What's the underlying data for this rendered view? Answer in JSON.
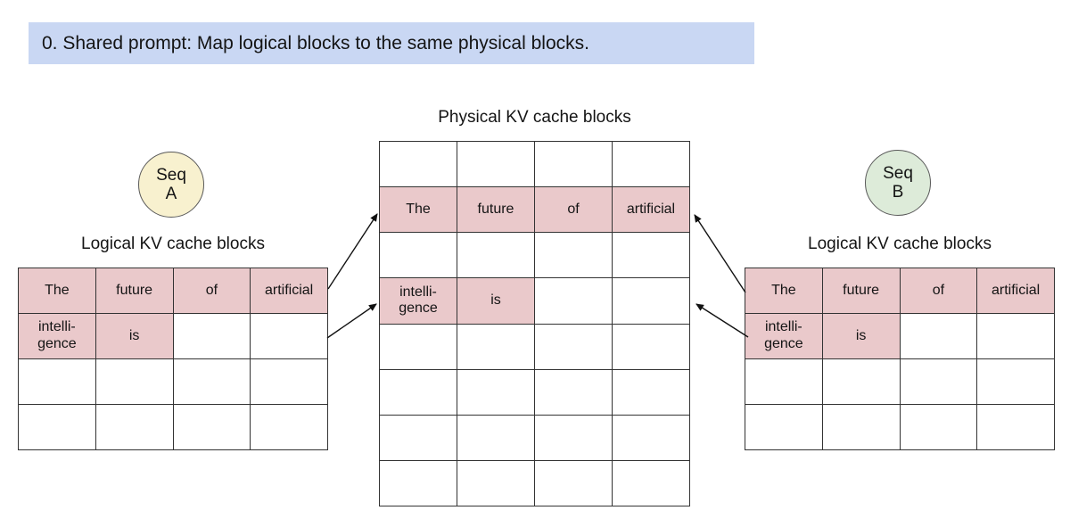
{
  "banner": {
    "text": "0. Shared prompt: Map logical blocks to the same physical blocks."
  },
  "colors": {
    "banner_bg": "#c9d7f3",
    "block_fill_pink": "#eac9cb",
    "seq_a_fill": "#f8f1cf",
    "seq_b_fill": "#ddebd9",
    "table_border": "#333333",
    "arrow": "#111111"
  },
  "physical": {
    "title": "Physical KV cache blocks",
    "rows": [
      [
        "",
        "",
        "",
        ""
      ],
      [
        "The",
        "future",
        "of",
        "artificial"
      ],
      [
        "",
        "",
        "",
        ""
      ],
      [
        "intelli-\ngence",
        "is",
        "",
        ""
      ],
      [
        "",
        "",
        "",
        ""
      ],
      [
        "",
        "",
        "",
        ""
      ],
      [
        "",
        "",
        "",
        ""
      ],
      [
        "",
        "",
        "",
        ""
      ]
    ]
  },
  "seq_a": {
    "label": "Seq\nA"
  },
  "seq_b": {
    "label": "Seq\nB"
  },
  "logical_a": {
    "title": "Logical KV cache blocks",
    "rows": [
      [
        "The",
        "future",
        "of",
        "artificial"
      ],
      [
        "intelli-\ngence",
        "is",
        "",
        ""
      ],
      [
        "",
        "",
        "",
        ""
      ],
      [
        "",
        "",
        "",
        ""
      ]
    ]
  },
  "logical_b": {
    "title": "Logical KV cache blocks",
    "rows": [
      [
        "The",
        "future",
        "of",
        "artificial"
      ],
      [
        "intelli-\ngence",
        "is",
        "",
        ""
      ],
      [
        "",
        "",
        "",
        ""
      ],
      [
        "",
        "",
        "",
        ""
      ]
    ]
  }
}
